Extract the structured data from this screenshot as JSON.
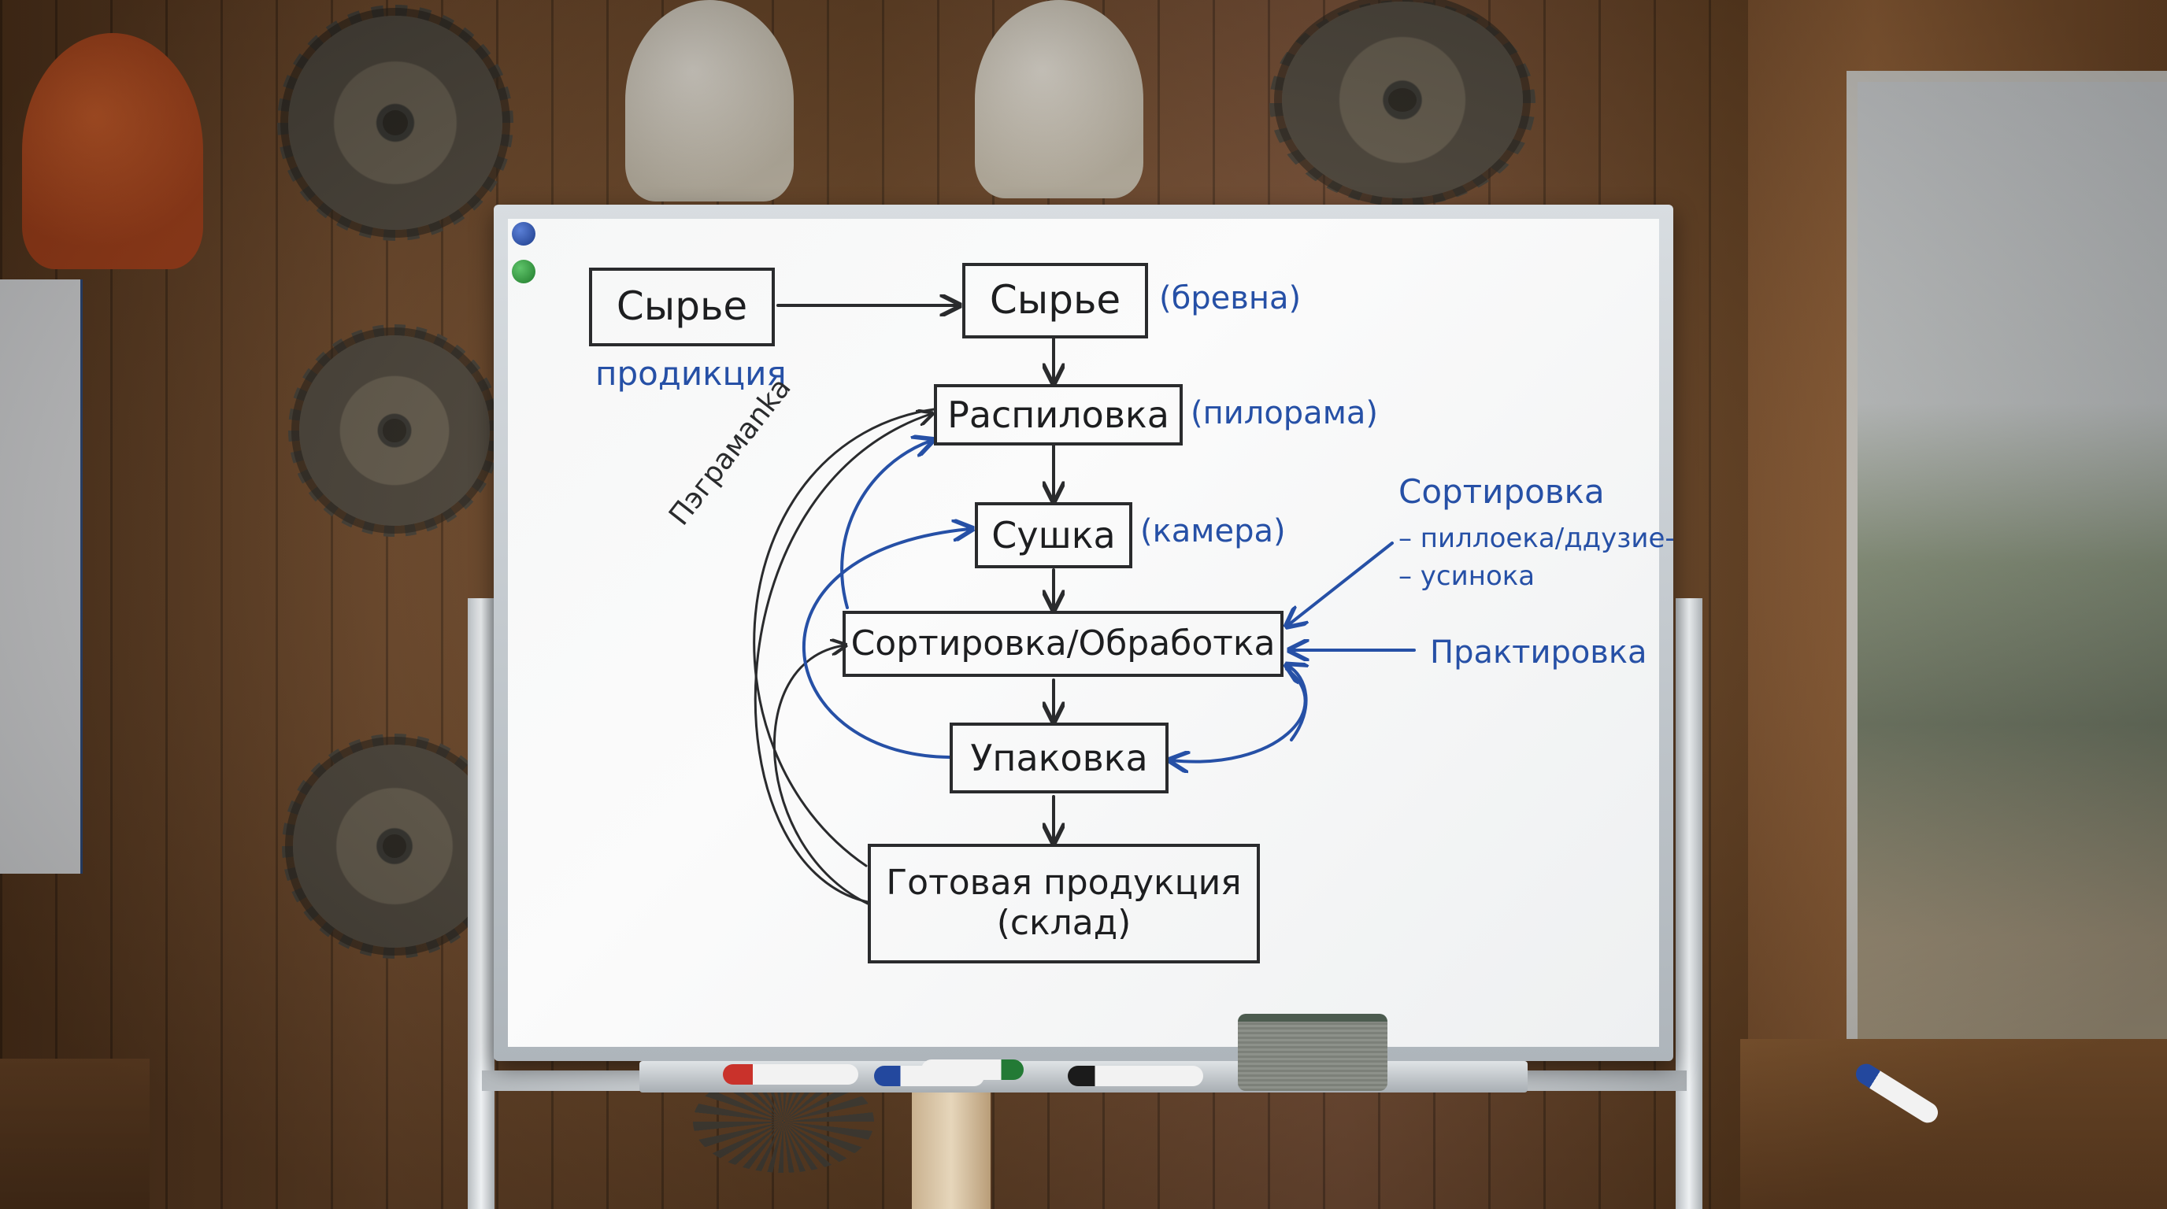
{
  "flowchart": {
    "raw_product_box": "Сырье",
    "raw_product_sub": "продикция",
    "raw_box": "Сырье",
    "raw_note": "(бревна)",
    "sawing_box": "Распиловка",
    "sawing_note": "(пилорама)",
    "drying_box": "Сушка",
    "drying_note": "(камера)",
    "sorting_box": "Сортировка/Обработка",
    "packing_box": "Упаковка",
    "finished_box_line1": "Готовая продукция",
    "finished_box_line2": "(склад)",
    "loop_label": "Пэграмаnka",
    "side_title": "Сортировка",
    "side_item_1": "– пиллоека/ддузие-",
    "side_item_2": "– усинока",
    "side_practice": "Практировка"
  },
  "colors": {
    "ink_black": "#2a2b2d",
    "ink_blue": "#2650a6",
    "board": "#f6f7f7"
  }
}
